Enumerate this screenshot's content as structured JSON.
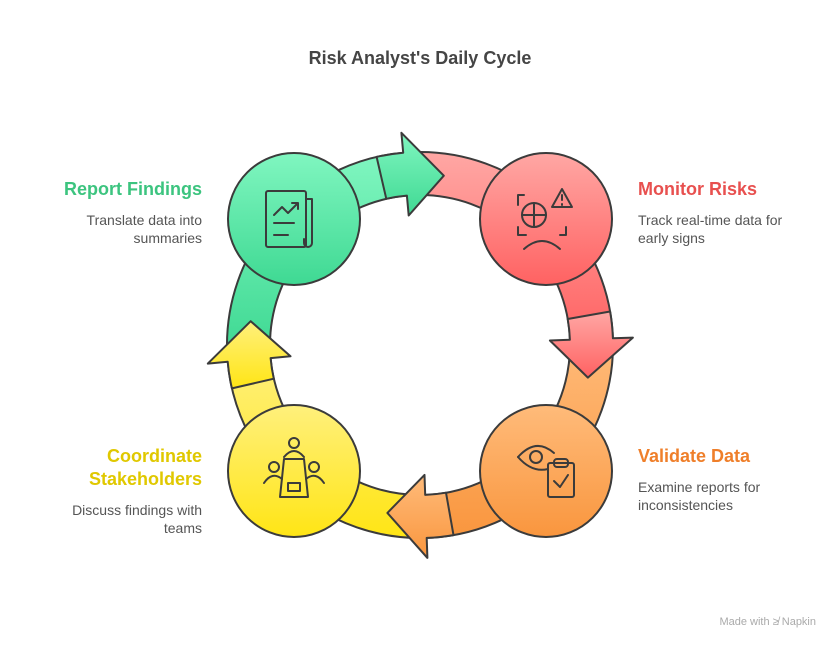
{
  "title": "Risk Analyst's Daily Cycle",
  "steps": [
    {
      "id": "report",
      "title": "Report Findings",
      "desc": "Translate data into summaries",
      "color": "#3cc47f",
      "icon": "report-chart-icon"
    },
    {
      "id": "monitor",
      "title": "Monitor Risks",
      "desc": "Track real-time data for early signs",
      "color": "#e8504f",
      "icon": "risk-monitor-icon"
    },
    {
      "id": "validate",
      "title": "Validate Data",
      "desc": "Examine reports for inconsistencies",
      "color": "#ef7f2a",
      "icon": "eye-clipboard-icon"
    },
    {
      "id": "coordinate",
      "title": "Coordinate Stakeholders",
      "desc": "Discuss findings with teams",
      "color": "#e0c800",
      "icon": "meeting-icon"
    }
  ],
  "credit": "Made with ≱ Napkin"
}
